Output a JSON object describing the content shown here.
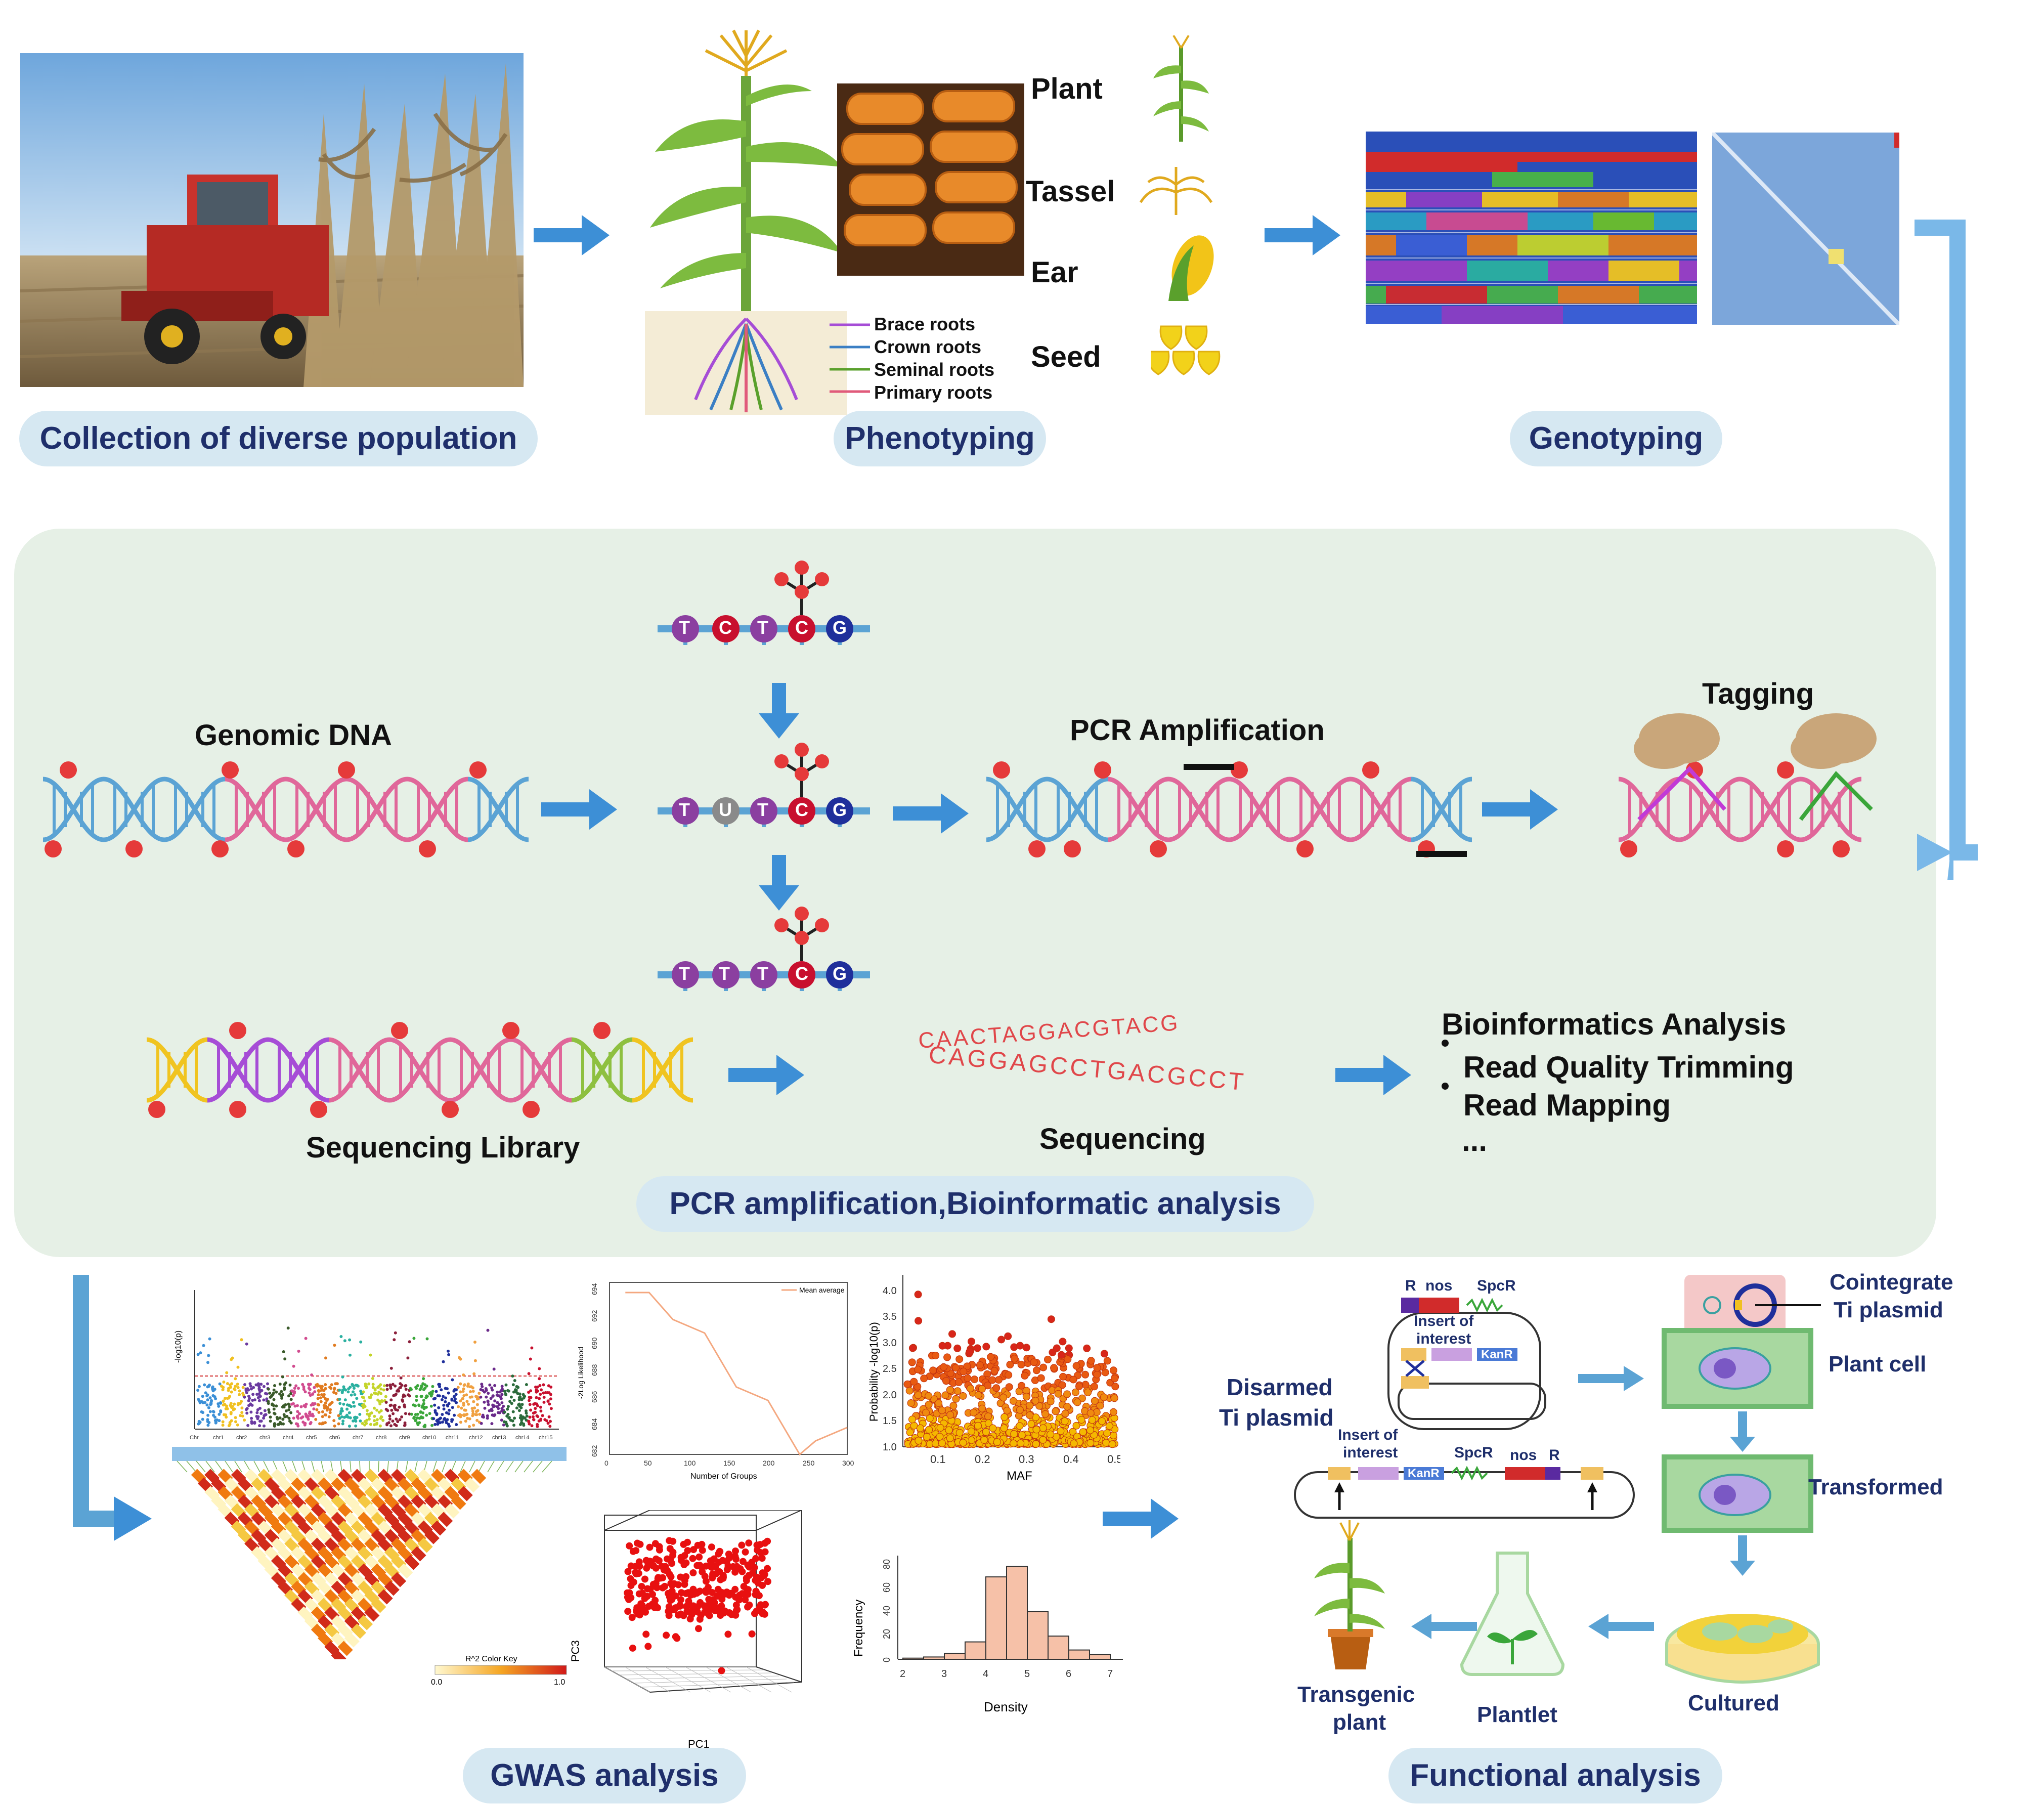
{
  "stages": {
    "collection": "Collection of diverse population",
    "phenotyping": "Phenotyping",
    "genotyping": "Genotyping",
    "pcr_bioinfo": "PCR amplification,Bioinformatic analysis",
    "gwas": "GWAS analysis",
    "functional": "Functional analysis"
  },
  "phenotypes": [
    "Plant",
    "Tassel",
    "Ear",
    "Seed"
  ],
  "roots": [
    "Brace roots",
    "Crown roots",
    "Seminal roots",
    "Primary roots"
  ],
  "root_colors": [
    "#a64dd6",
    "#3b7fc4",
    "#5aa02c",
    "#e05a7a"
  ],
  "pcr": {
    "genomic_dna": "Genomic DNA",
    "pcr_amplification": "PCR Amplification",
    "tagging": "Tagging",
    "sequencing_library": "Sequencing Library",
    "sequencing": "Sequencing",
    "bioinformatics_title": "Bioinformatics Analysis",
    "bioinformatics_items": [
      "Read Quality Trimming",
      "Read Mapping"
    ],
    "ellipsis": "...",
    "seq_line1": "CAACTAGGACGTACG",
    "seq_line2": "CAGGAGCCTGACGCCT",
    "bases_top": [
      "T",
      "C",
      "T",
      "C",
      "G"
    ],
    "bases_mid": [
      "T",
      "U",
      "T",
      "C",
      "G"
    ],
    "bases_bot": [
      "T",
      "T",
      "T",
      "C",
      "G"
    ]
  },
  "gwas": {
    "manhattan_ylabel": "-log10(p)",
    "manhattan_chroms": [
      "Chr",
      "chr1",
      "chr2",
      "chr3",
      "chr4",
      "chr5",
      "chr6",
      "chr7",
      "chr8",
      "chr9",
      "chr10",
      "chr11",
      "chr12",
      "chr13",
      "chr14",
      "chr15"
    ],
    "ld_key_title": "R^2 Color Key",
    "ld_key_min": "0.0",
    "ld_key_max": "1.0",
    "likelihood_ylabel": "-2Log Likelihood",
    "likelihood_xlabel": "Number of Groups",
    "likelihood_legend": "Mean average",
    "pca_zlabel": "PC3",
    "pca_xlabel": "PC1",
    "maf_ylabel": "Probability -log10(p)",
    "maf_xlabel": "MAF",
    "density_ylabel": "Frequency",
    "density_xlabel": "Density"
  },
  "chart_data": [
    {
      "type": "line",
      "title": "",
      "xlabel": "Number of Groups",
      "ylabel": "-2Log Likelihood",
      "legend": "Mean average",
      "x": [
        20,
        50,
        80,
        120,
        160,
        200,
        240,
        260,
        300
      ],
      "y": [
        694,
        694,
        692,
        691,
        687,
        686,
        682,
        683,
        684
      ],
      "xlim": [
        0,
        300
      ],
      "ylim": [
        682,
        694
      ],
      "xticks": [
        "0",
        "50",
        "100",
        "150",
        "200",
        "250",
        "300"
      ],
      "yticks": [
        "682",
        "684",
        "686",
        "688",
        "690",
        "692",
        "694"
      ]
    },
    {
      "type": "scatter",
      "xlabel": "MAF",
      "ylabel": "Probability -log10(p)",
      "xlim": [
        0.02,
        0.5
      ],
      "ylim": [
        1.0,
        4.3
      ],
      "xticks": [
        "0.1",
        "0.2",
        "0.3",
        "0.4",
        "0.5"
      ],
      "yticks": [
        "1.0",
        "1.5",
        "2.0",
        "2.5",
        "3.0",
        "3.5",
        "4.0"
      ]
    },
    {
      "type": "bar",
      "xlabel": "Density",
      "ylabel": "Frequency",
      "categories": [
        "2.0",
        "2.5",
        "3.0",
        "3.5",
        "4.0",
        "4.5",
        "5.0",
        "5.5",
        "6.0",
        "6.5"
      ],
      "values": [
        1,
        2,
        5,
        15,
        71,
        80,
        41,
        20,
        8,
        4
      ],
      "xticks": [
        "2",
        "3",
        "4",
        "5",
        "6",
        "7"
      ],
      "yticks": [
        "0",
        "20",
        "40",
        "60",
        "80"
      ],
      "ylim": [
        0,
        85
      ]
    }
  ],
  "functional": {
    "cointegrate": [
      "Cointegrate",
      "Ti plasmid"
    ],
    "plant_cell": "Plant cell",
    "transformed": "Transformed",
    "cultured": "Cultured",
    "plantlet": "Plantlet",
    "transgenic": [
      "Transgenic",
      "plant"
    ],
    "disarmed": [
      "Disarmed",
      "Ti plasmid"
    ],
    "p1_R": "R",
    "p1_nos": "nos",
    "p1_spc": "SpcR",
    "p1_insert": [
      "Insert of",
      "interest"
    ],
    "p1_kan": "KanR",
    "p2_insert": [
      "Insert of",
      "interest"
    ],
    "p2_spc": "SpcR",
    "p2_nos": "nos",
    "p2_R": "R",
    "p2_kan": "KanR"
  },
  "colors": {
    "pill_bg": "#d6e8f2",
    "pill_text": "#1f2f6b",
    "arrow": "#3d8fd6",
    "panel_bg": "#e6f0e6",
    "dna_blue": "#5ba3d4",
    "dna_pink": "#e0679a",
    "red_dot": "#e53a3a"
  }
}
